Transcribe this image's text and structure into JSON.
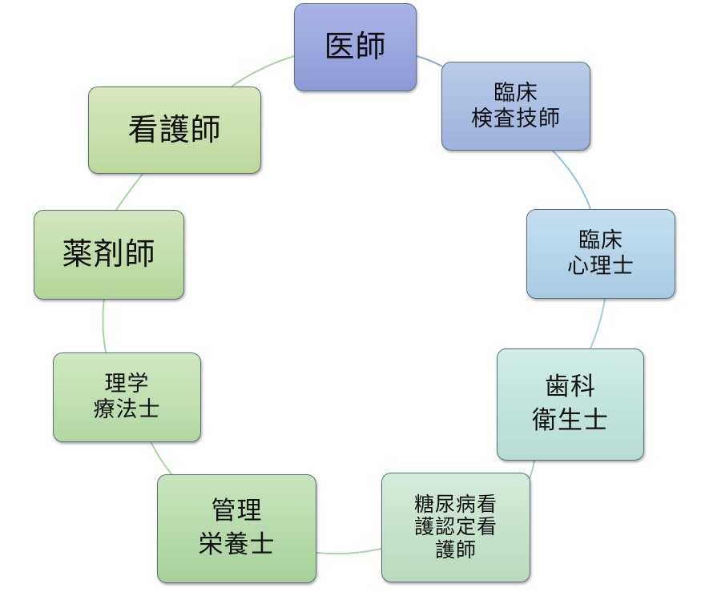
{
  "diagram": {
    "ring_colors": {
      "blue_segment": "#8ea7d6",
      "teal_segment": "#9fd0c8",
      "green_segment": "#a8d6a0"
    },
    "nodes": [
      {
        "id": "ishi",
        "label": "医師",
        "fill": "#9ca6dd"
      },
      {
        "id": "rinsho_kensa",
        "label": "臨床\n検査技師",
        "fill": "#adc0e4"
      },
      {
        "id": "rinsho_shinri",
        "label": "臨床\n心理士",
        "fill": "#b8d6e9"
      },
      {
        "id": "shika",
        "label": "歯科\n衛生士",
        "fill": "#c6e5df"
      },
      {
        "id": "tounyou",
        "label": "糖尿病看\n護認定看\n護師",
        "fill": "#cae4cf"
      },
      {
        "id": "kanri",
        "label": "管理\n栄養士",
        "fill": "#badcad"
      },
      {
        "id": "rigaku",
        "label": "理学\n療法士",
        "fill": "#c4e0b3"
      },
      {
        "id": "yakuzai",
        "label": "薬剤師",
        "fill": "#c5dfac"
      },
      {
        "id": "kango",
        "label": "看護師",
        "fill": "#cbe1ad"
      }
    ]
  }
}
